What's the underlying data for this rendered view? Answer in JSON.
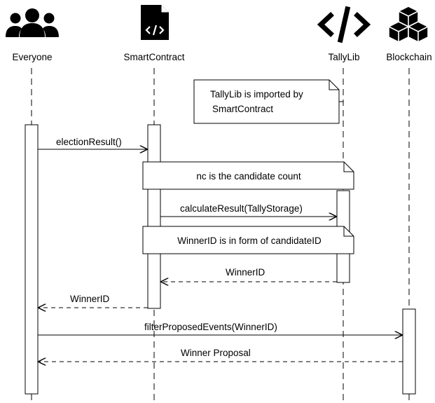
{
  "participants": {
    "everyone": {
      "label": "Everyone",
      "icon": "users-icon"
    },
    "smartcontract": {
      "label": "SmartContract",
      "icon": "code-file-icon"
    },
    "tallylib": {
      "label": "TallyLib",
      "icon": "code-brackets-icon"
    },
    "blockchain": {
      "label": "Blockchain",
      "icon": "cubes-icon"
    }
  },
  "notes": {
    "tallylib_import": {
      "line1": "TallyLib is imported by",
      "line2": "SmartContract"
    },
    "candidate_count": "nc is the candidate count",
    "winner_id_form": "WinnerID is in form of candidateID"
  },
  "messages": {
    "election_result": "electionResult()",
    "calculate_result": "calculateResult(TallyStorage)",
    "winner_id_return_lib": "WinnerID",
    "winner_id_return_contract": "WinnerID",
    "filter_proposed_events": "filterProposedEvents(WinnerID)",
    "winner_proposal": "Winner Proposal"
  },
  "colors": {
    "ink": "#000000",
    "background": "#ffffff"
  }
}
